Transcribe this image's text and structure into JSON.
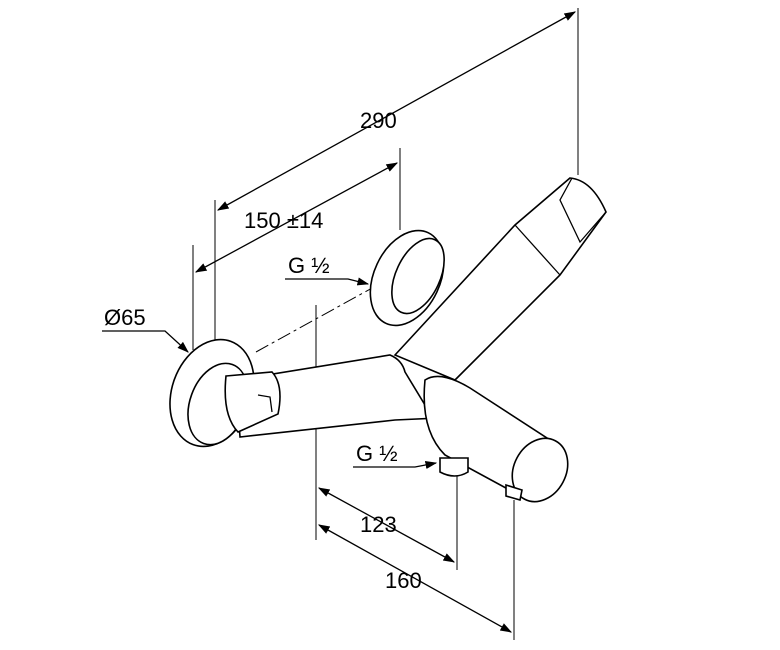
{
  "dimensions": {
    "overall_length": "290",
    "center_distance": "150 ±14",
    "rosette_diameter": "Ø65",
    "inlet_thread": "G ½",
    "outlet_thread": "G ½",
    "outlet_projection": "123",
    "spout_projection": "160"
  }
}
